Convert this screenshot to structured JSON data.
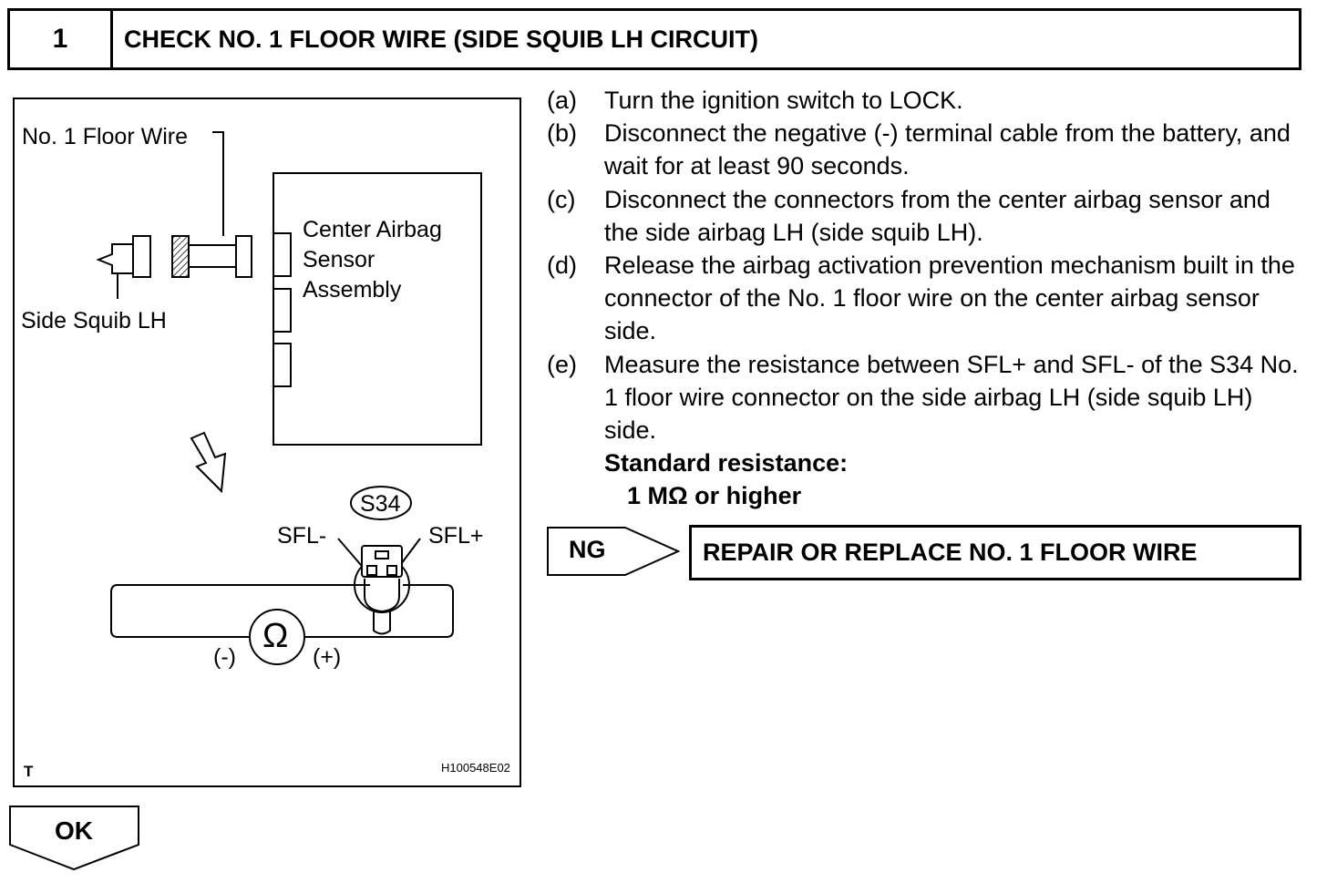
{
  "header": {
    "step_number": "1",
    "title": "CHECK NO. 1 FLOOR WIRE (SIDE SQUIB LH CIRCUIT)"
  },
  "figure": {
    "labels": {
      "floor_wire": "No. 1 Floor Wire",
      "side_squib": "Side Squib LH",
      "sensor_line1": "Center Airbag",
      "sensor_line2": "Sensor",
      "sensor_line3": "Assembly",
      "connector": "S34",
      "sfl_minus": "SFL-",
      "sfl_plus": "SFL+",
      "ohm": "Ω",
      "neg": "(-)",
      "pos": "(+)",
      "corner_letter": "T",
      "figure_id": "H100548E02"
    }
  },
  "steps": [
    {
      "letter": "(a)",
      "text": "Turn the ignition switch to LOCK."
    },
    {
      "letter": "(b)",
      "text": "Disconnect the negative (-) terminal cable from the battery, and wait for at least 90 seconds."
    },
    {
      "letter": "(c)",
      "text": "Disconnect the connectors from the center airbag sensor and the side airbag LH (side squib LH)."
    },
    {
      "letter": "(d)",
      "text": "Release the airbag activation prevention mechanism built in the connector of the No. 1 floor wire on the center airbag sensor side."
    },
    {
      "letter": "(e)",
      "text": "Measure the resistance between SFL+ and SFL- of the S34 No. 1 floor wire connector on the side airbag LH (side squib LH) side."
    }
  ],
  "standard": {
    "label": "Standard resistance:",
    "value": "1 MΩ or higher"
  },
  "result_ng": {
    "label": "NG",
    "action": "REPAIR OR REPLACE NO. 1 FLOOR WIRE"
  },
  "result_ok": {
    "label": "OK"
  }
}
